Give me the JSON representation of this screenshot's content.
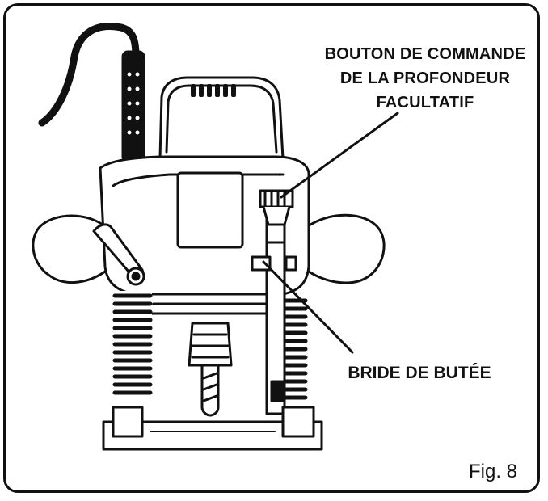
{
  "labels": {
    "depth_knob_line1": "BOUTON DE COMMANDE",
    "depth_knob_line2": "DE LA PROFONDEUR",
    "depth_knob_line3": "FACULTATIF",
    "stop_flange": "BRIDE DE BUTÉE"
  },
  "figure": "Fig. 8",
  "colors": {
    "ink": "#111111",
    "paper": "#ffffff"
  }
}
